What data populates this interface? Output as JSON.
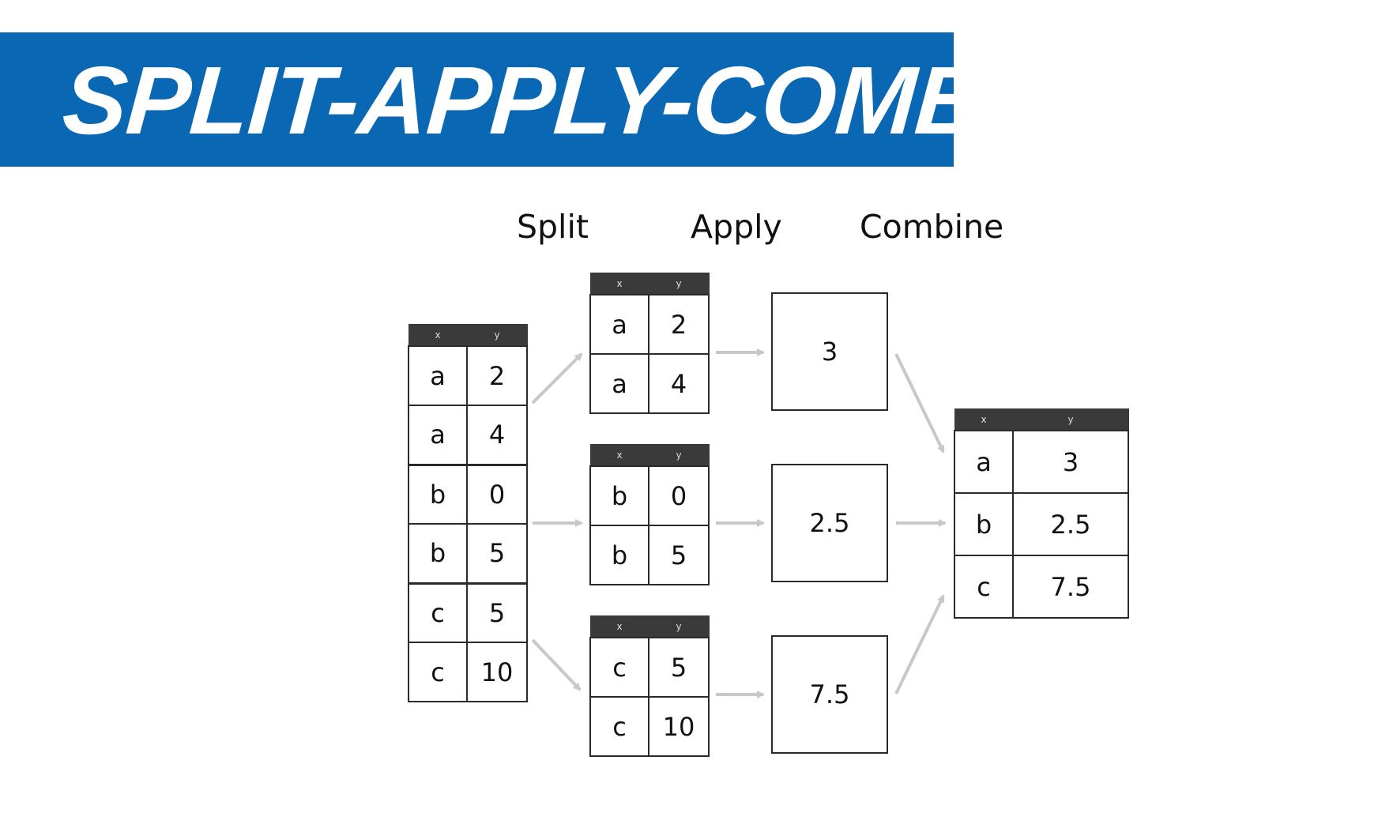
{
  "title": "SPLIT-APPLY-COMBINE",
  "stages": [
    "Split",
    "Apply",
    "Combine"
  ],
  "input_table": {
    "headers": [
      "x",
      "y"
    ],
    "rows": [
      [
        "a",
        "2"
      ],
      [
        "a",
        "4"
      ],
      [
        "b",
        "0"
      ],
      [
        "b",
        "5"
      ],
      [
        "c",
        "5"
      ],
      [
        "c",
        "10"
      ]
    ]
  },
  "split_tables": [
    {
      "headers": [
        "x",
        "y"
      ],
      "rows": [
        [
          "a",
          "2"
        ],
        [
          "a",
          "4"
        ]
      ]
    },
    {
      "headers": [
        "x",
        "y"
      ],
      "rows": [
        [
          "b",
          "0"
        ],
        [
          "b",
          "5"
        ]
      ]
    },
    {
      "headers": [
        "x",
        "y"
      ],
      "rows": [
        [
          "c",
          "5"
        ],
        [
          "c",
          "10"
        ]
      ]
    }
  ],
  "apply_results": [
    "3",
    "2.5",
    "7.5"
  ],
  "combined_table": {
    "headers": [
      "x",
      "y"
    ],
    "rows": [
      [
        "a",
        "3"
      ],
      [
        "b",
        "2.5"
      ],
      [
        "c",
        "7.5"
      ]
    ]
  },
  "colors": {
    "banner": "#0a67b3",
    "banner_text": "#ffffff",
    "arrow": "#c8c8c8",
    "table_header": "#3a3a3a"
  }
}
